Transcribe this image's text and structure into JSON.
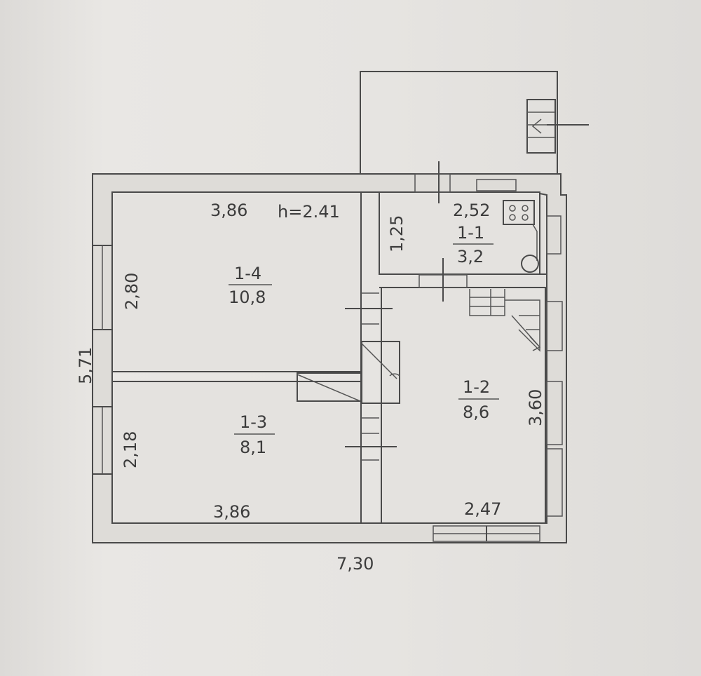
{
  "plan": {
    "ceiling_height": "h=2.41",
    "overall_width": "7,30",
    "overall_depth": "5,71",
    "rooms": [
      {
        "id": "1-4",
        "area": "10,8",
        "width": "3,86",
        "depth": "2,80"
      },
      {
        "id": "1-3",
        "area": "8,1",
        "width": "3,86",
        "depth": "2,18"
      },
      {
        "id": "1-2",
        "area": "8,6",
        "width": "2,47",
        "depth": "3,60"
      },
      {
        "id": "1-1",
        "area": "3,2",
        "width": "2,52",
        "depth": "1,25"
      }
    ]
  },
  "colors": {
    "ink": "#4a4a4a",
    "paper": "#e6e4e1"
  }
}
